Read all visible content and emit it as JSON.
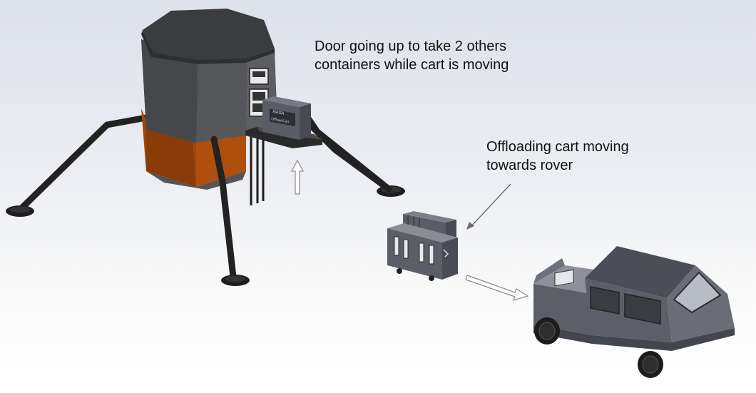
{
  "annotations": {
    "door_label": {
      "lines": [
        "Door going up to take 2 others",
        "containers while cart is moving"
      ]
    },
    "cart_label": {
      "lines": [
        "Offloading cart moving",
        "towards rover"
      ]
    }
  },
  "embossed_text": {
    "container_logo": "NASA",
    "container_caption": "OffloadCart"
  },
  "colors": {
    "lander_top": "#3b3c40",
    "lander_body": "#4d4e52",
    "lander_band": "#a0460a",
    "cart_body": "#5b5e66",
    "rover_body": "#4b4e57",
    "wheel": "#1c1c1c",
    "arrow_outline": "#7a7a7a",
    "arrow_fill": "#ffffff"
  }
}
